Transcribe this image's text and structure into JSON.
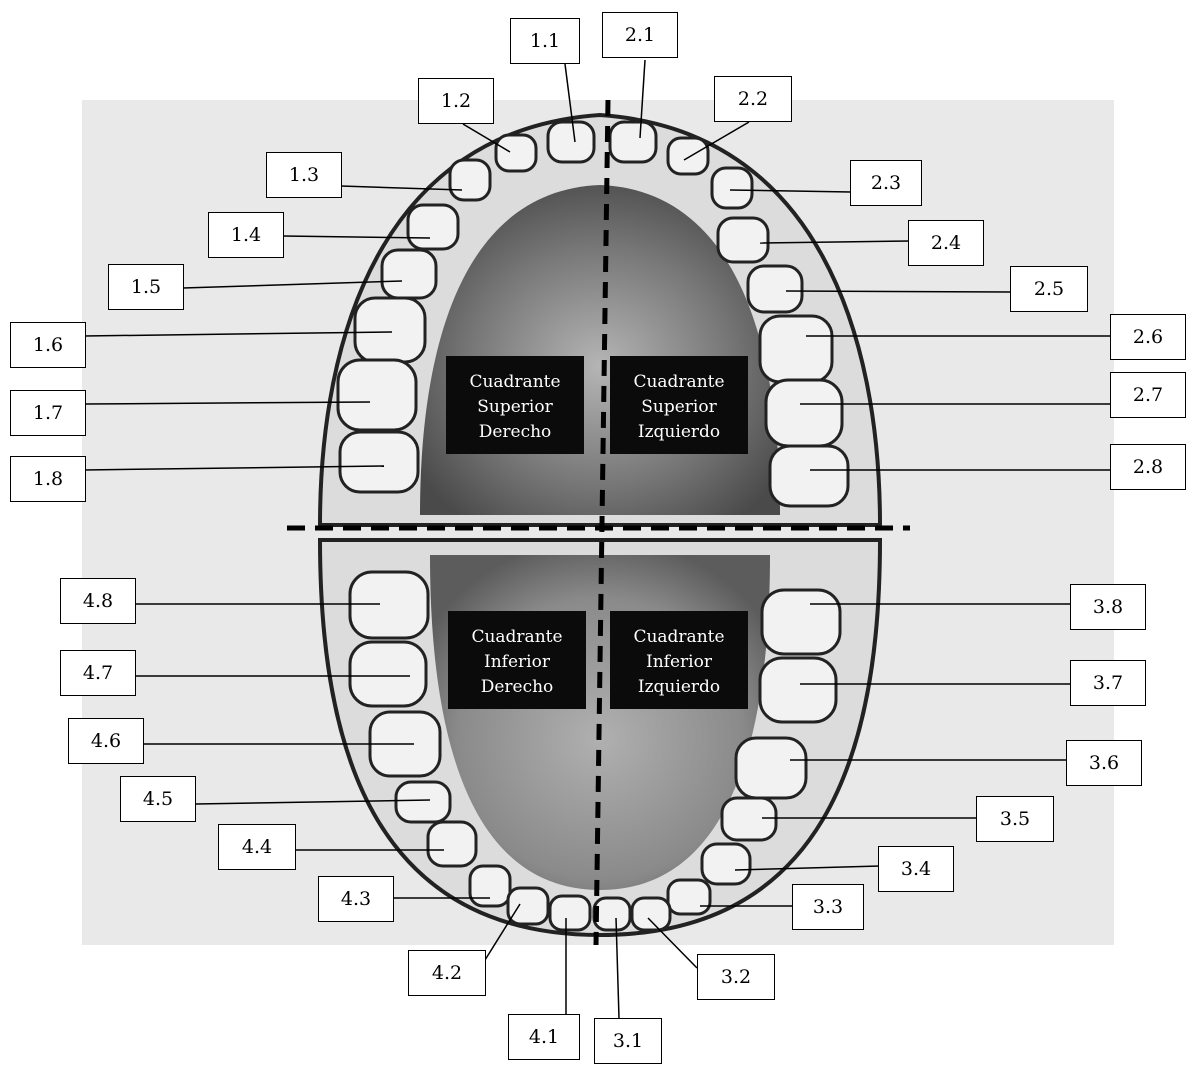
{
  "quadrants": {
    "upper_right": [
      "Cuadrante",
      "Superior",
      "Derecho"
    ],
    "upper_left": [
      "Cuadrante",
      "Superior",
      "Izquierdo"
    ],
    "lower_right": [
      "Cuadrante",
      "Inferior",
      "Derecho"
    ],
    "lower_left": [
      "Cuadrante",
      "Inferior",
      "Izquierdo"
    ]
  },
  "teeth": {
    "t11": "1.1",
    "t12": "1.2",
    "t13": "1.3",
    "t14": "1.4",
    "t15": "1.5",
    "t16": "1.6",
    "t17": "1.7",
    "t18": "1.8",
    "t21": "2.1",
    "t22": "2.2",
    "t23": "2.3",
    "t24": "2.4",
    "t25": "2.5",
    "t26": "2.6",
    "t27": "2.7",
    "t28": "2.8",
    "t31": "3.1",
    "t32": "3.2",
    "t33": "3.3",
    "t34": "3.4",
    "t35": "3.5",
    "t36": "3.6",
    "t37": "3.7",
    "t38": "3.8",
    "t41": "4.1",
    "t42": "4.2",
    "t43": "4.3",
    "t44": "4.4",
    "t45": "4.5",
    "t46": "4.6",
    "t47": "4.7",
    "t48": "4.8"
  },
  "colors": {
    "background_photo": "#e9e9e9",
    "gum": "#d9d9d9",
    "tongue": "#8a8a8a",
    "tooth": "#f2f2f2",
    "label_box": "#ffffff",
    "quadrant_box": "#0b0b0b"
  }
}
